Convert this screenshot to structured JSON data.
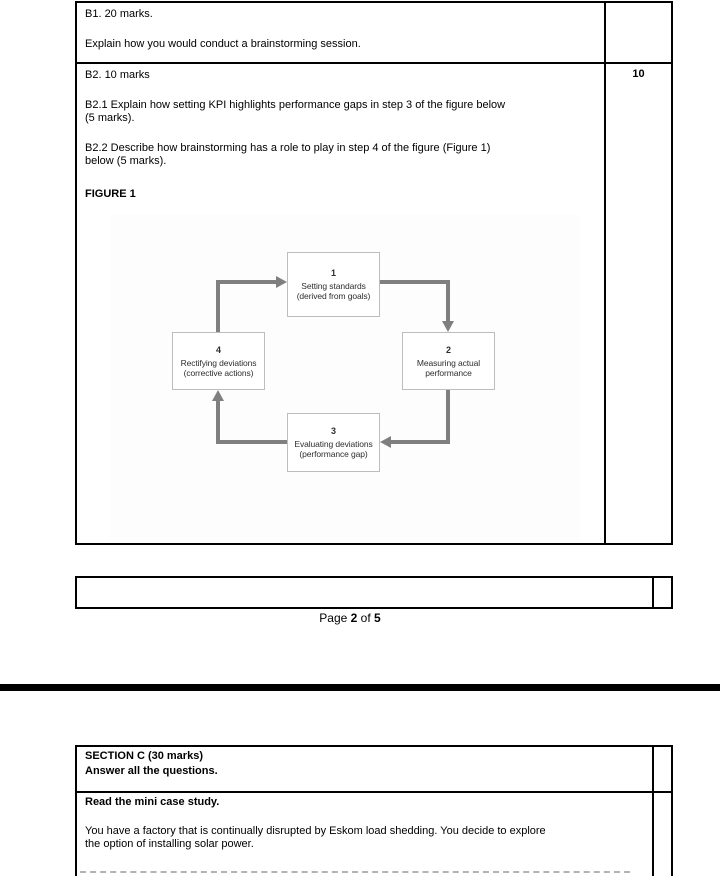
{
  "document": {
    "questions_table": {
      "b1": {
        "title": "B1. 20 marks.",
        "body": "Explain how you would conduct a brainstorming session.",
        "marks": ""
      },
      "b2": {
        "title": "B2. 10 marks",
        "q_b21_line1": "B2.1 Explain how setting KPI highlights performance gaps in step 3 of the figure below",
        "q_b21_line2": "(5 marks).",
        "q_b22_line1": "B2.2 Describe how brainstorming has a role to play in step 4 of the figure (Figure 1)",
        "q_b22_line2": "below (5 marks).",
        "figure_label": "FIGURE 1",
        "marks": "10"
      }
    },
    "figure1": {
      "boxes": [
        {
          "number": "1",
          "line1": "Setting standards",
          "line2": "(derived from goals)"
        },
        {
          "number": "2",
          "line1": "Measuring actual",
          "line2": "performance"
        },
        {
          "number": "3",
          "line1": "Evaluating deviations",
          "line2": "(performance gap)"
        },
        {
          "number": "4",
          "line1": "Rectifying deviations",
          "line2": "(corrective actions)"
        }
      ]
    },
    "footer": {
      "page_word": "Page ",
      "page_number": "2",
      "of_word": " of ",
      "total_pages": "5"
    },
    "section_c_table": {
      "heading_line1": "SECTION C (30 marks)",
      "heading_line2": "Answer all the questions.",
      "case_study_title": "Read the mini case study.",
      "case_body_line1": "You have a factory that is continually disrupted by Eskom load shedding. You decide to explore",
      "case_body_line2": "the option of installing solar power."
    },
    "colors": {
      "arrow_gray": "#7f7f7f",
      "figure_box_border": "#bdbdbd",
      "table_border": "#000000",
      "page_break_bar": "#000000",
      "dashed_separator": "#b3b3b3"
    }
  }
}
